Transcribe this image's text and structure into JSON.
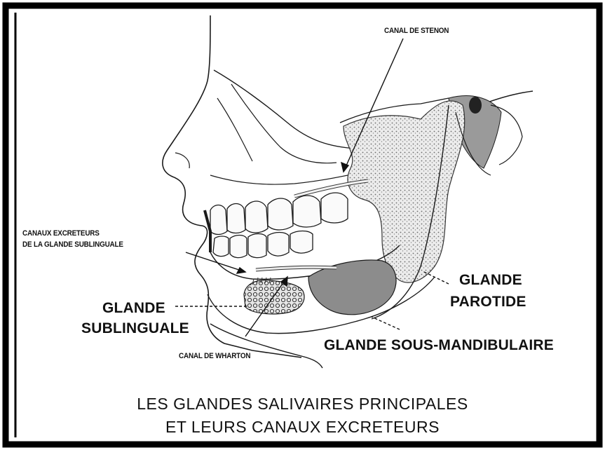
{
  "labels": {
    "canal_stenon": "CANAL DE STENON",
    "canaux_line1": "CANAUX EXCRETEURS",
    "canaux_line2": "DE LA GLANDE SUBLINGUALE",
    "glande_sub_line1": "GLANDE",
    "glande_sub_line2": "SUBLINGUALE",
    "canal_wharton": "CANAL DE WHARTON",
    "glande_par_line1": "GLANDE",
    "glande_par_line2": "PAROTIDE",
    "glande_sousmand": "GLANDE SOUS-MANDIBULAIRE"
  },
  "caption": {
    "line1": "LES GLANDES SALIVAIRES PRINCIPALES",
    "line2": "ET LEURS CANAUX EXCRETEURS"
  },
  "colors": {
    "border": "#000000",
    "ink": "#1a1a1a",
    "parotid_fill": "#e4e4e4",
    "submandibular_fill": "#8c8c8c",
    "sublingual_fill": "#d8d8d8"
  }
}
